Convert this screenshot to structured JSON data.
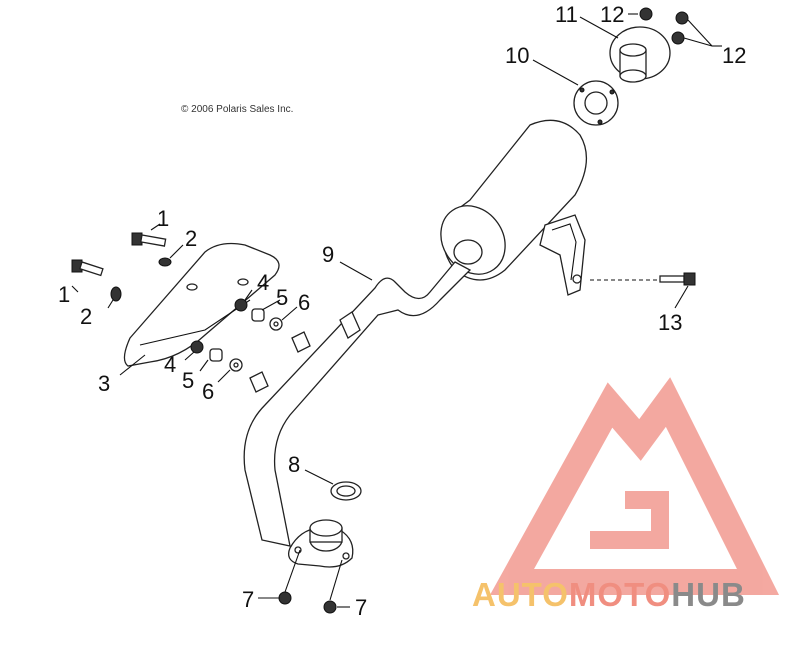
{
  "copyright": "© 2006 Polaris Sales Inc.",
  "watermark": {
    "part1": "AUTO",
    "part2": "MOTO",
    "part3": "HUB",
    "color_auto": "#f5c26b",
    "color_moto": "#f08e80",
    "color_hub": "#8a8a8a",
    "logo_color": "#f29a90"
  },
  "callouts": [
    {
      "id": "c1a",
      "text": "1"
    },
    {
      "id": "c1b",
      "text": "1"
    },
    {
      "id": "c2a",
      "text": "2"
    },
    {
      "id": "c2b",
      "text": "2"
    },
    {
      "id": "c3",
      "text": "3"
    },
    {
      "id": "c4a",
      "text": "4"
    },
    {
      "id": "c5a",
      "text": "5"
    },
    {
      "id": "c6a",
      "text": "6"
    },
    {
      "id": "c4b",
      "text": "4"
    },
    {
      "id": "c5b",
      "text": "5"
    },
    {
      "id": "c6b",
      "text": "6"
    },
    {
      "id": "c7a",
      "text": "7"
    },
    {
      "id": "c7b",
      "text": "7"
    },
    {
      "id": "c8",
      "text": "8"
    },
    {
      "id": "c9",
      "text": "9"
    },
    {
      "id": "c10",
      "text": "10"
    },
    {
      "id": "c11",
      "text": "11"
    },
    {
      "id": "c12a",
      "text": "12"
    },
    {
      "id": "c12b",
      "text": "12"
    },
    {
      "id": "c13",
      "text": "13"
    }
  ]
}
